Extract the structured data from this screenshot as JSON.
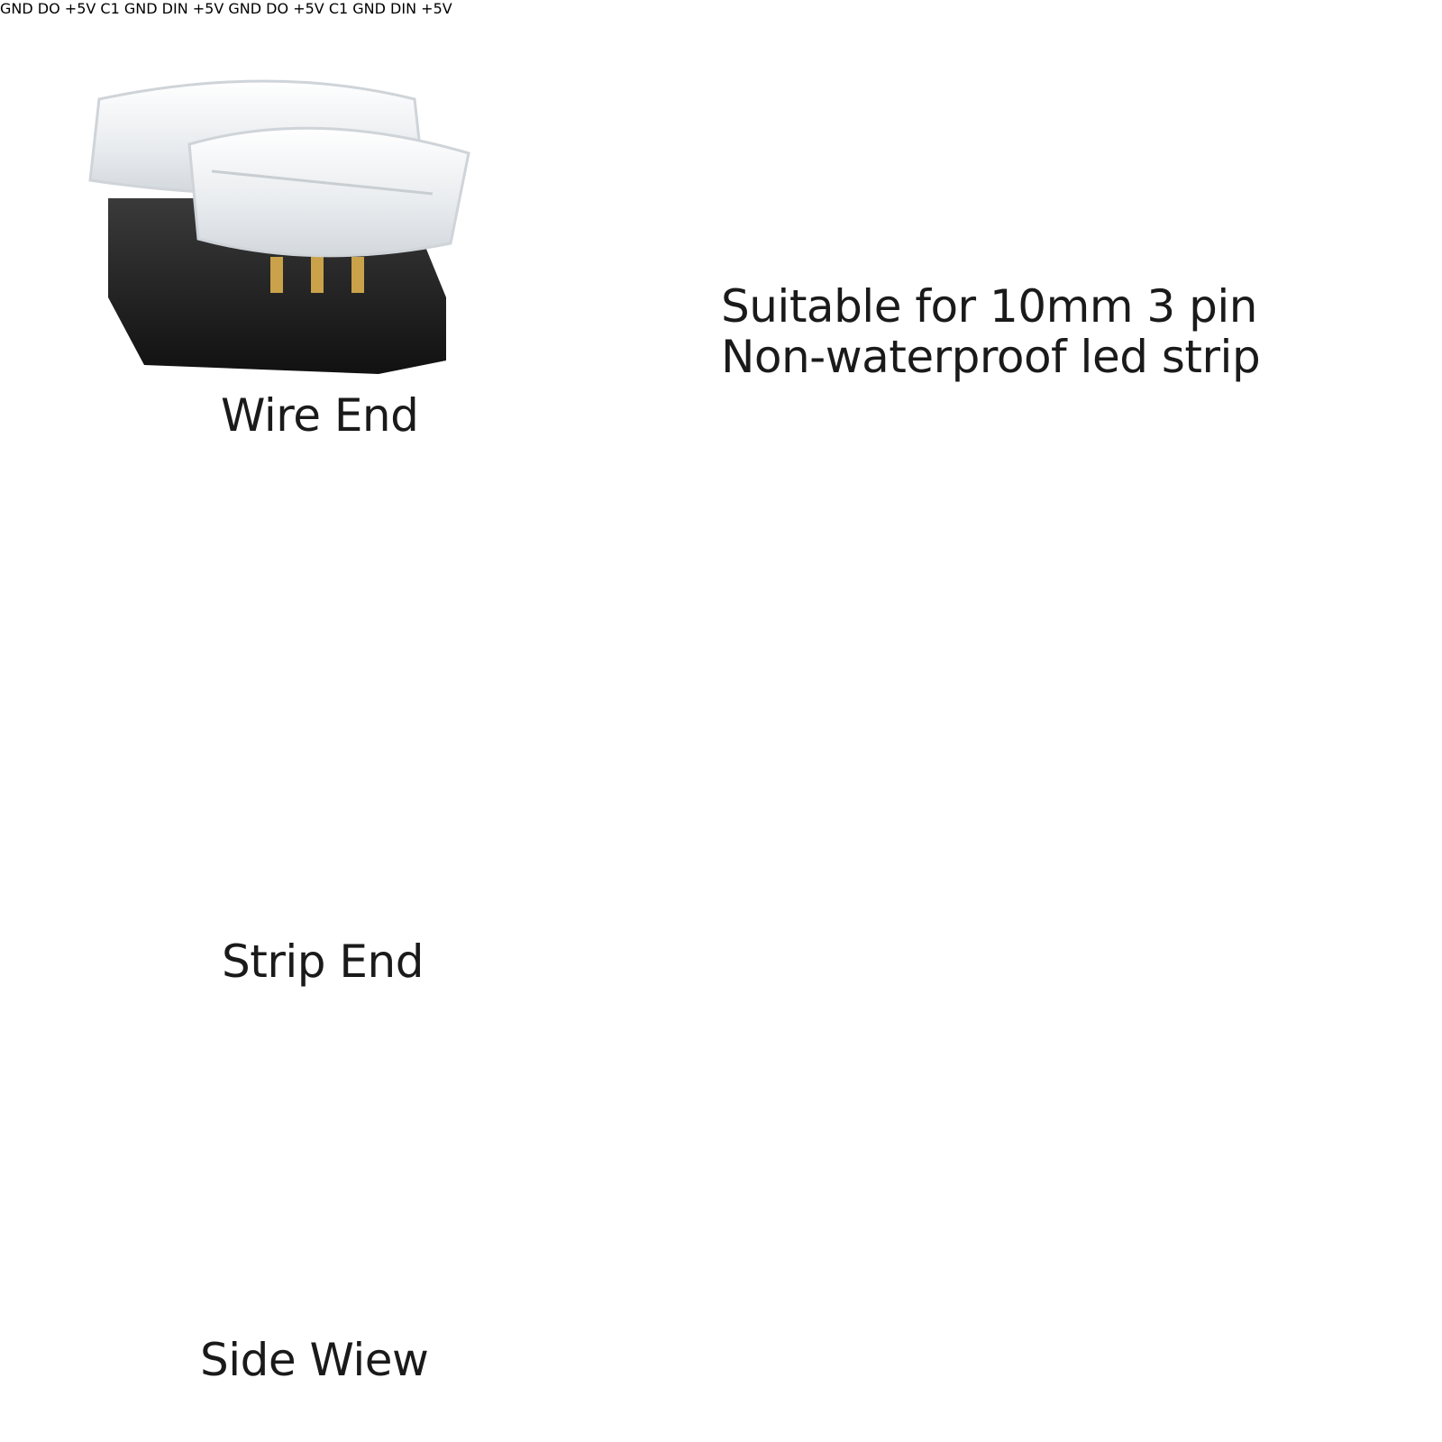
{
  "captions": {
    "wire_end": "Wire End",
    "strip_end": "Strip End",
    "side_view": "Side Wiew"
  },
  "headline": {
    "line1": "Suitable for 10mm 3 pin",
    "line2": "Non-waterproof led strip"
  },
  "strip_labels": {
    "gnd": "GND",
    "din": "DIN",
    "do": "DO",
    "v5": "+5V",
    "c1": "C1"
  },
  "colors": {
    "bracket": "#1a8fd8",
    "housing_black": "#1c1c1c",
    "clear_plastic": "#eef0f2",
    "strip_white": "#f7f7f7",
    "copper_pad": "#c8704a",
    "wire_red": "#d63a2e",
    "wire_green": "#2f8a5c",
    "wire_white": "#e9e9e9"
  }
}
